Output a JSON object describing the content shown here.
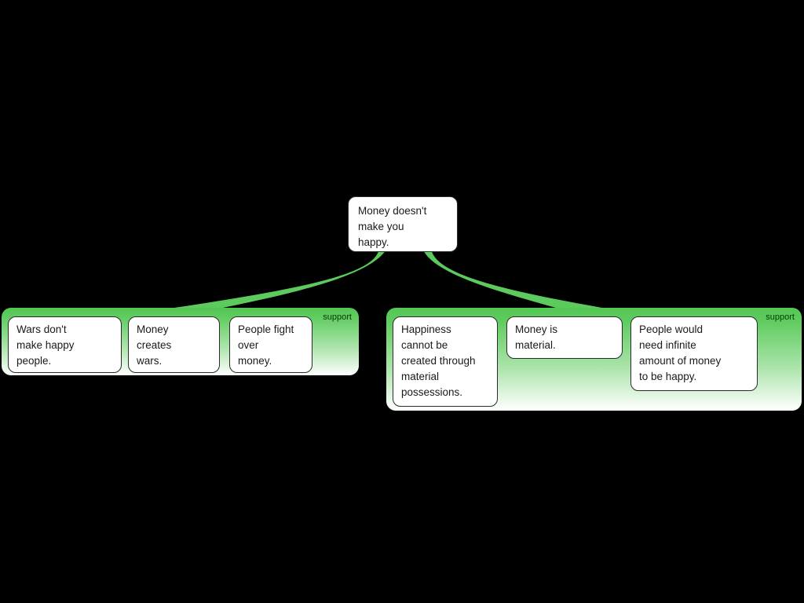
{
  "canvas": {
    "background_color": "#000000",
    "connector_color": "#5dca5d",
    "group_gradient_top": "#53c653",
    "group_gradient_bottom": "#ffffff"
  },
  "root_node": {
    "text": "Money doesn't\nmake you\nhappy."
  },
  "groups": [
    {
      "label": "support",
      "nodes": [
        {
          "text": "Wars don't\nmake happy\npeople."
        },
        {
          "text": "Money\ncreates\nwars."
        },
        {
          "text": "People fight\nover\nmoney."
        }
      ]
    },
    {
      "label": "support",
      "nodes": [
        {
          "text": "Happiness\ncannot be\ncreated through\nmaterial\npossessions."
        },
        {
          "text": "Money is\nmaterial."
        },
        {
          "text": "People would\nneed infinite\namount of money\nto be happy."
        }
      ]
    }
  ]
}
